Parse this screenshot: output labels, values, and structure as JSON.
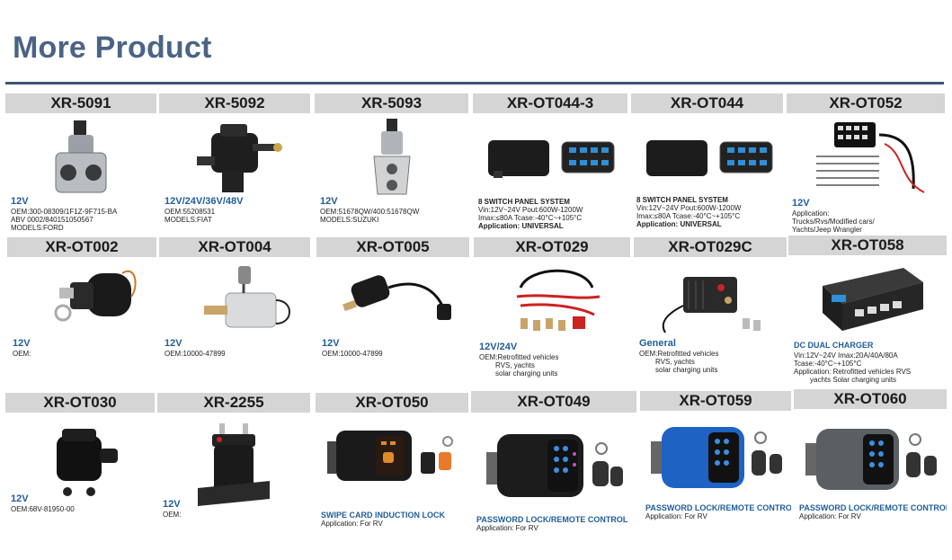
{
  "page": {
    "title": "More Product"
  },
  "products": [
    {
      "code": "XR-5091",
      "voltage": "12V",
      "lines": [
        "OEM:300-08309/1F1Z-9F715-BA",
        "ABV 0002/840151050567",
        "MODELS:FORD"
      ],
      "icon": "idle-air-control-valve-icon"
    },
    {
      "code": "XR-5092",
      "voltage": "12V/24V/36V/48V",
      "lines": [
        "OEM:55208531",
        "MODELS:FIAT"
      ],
      "icon": "fuel-pump-assembly-icon"
    },
    {
      "code": "XR-5093",
      "voltage": "12V",
      "lines": [
        "OEM:51678QW/400:51678QW",
        "MODELS:SUZUKI"
      ],
      "icon": "idle-air-control-valve-icon"
    },
    {
      "code": "XR-OT044-3",
      "voltage": "",
      "lines": [
        "8 SWITCH PANEL SYSTEM",
        "Vin:12V~24V     Pout:600W-1200W",
        "Imax:≤80A      Tcase:-40°C~+105°C",
        "Application: UNIVERSAL"
      ],
      "icon": "switch-panel-system-icon"
    },
    {
      "code": "XR-OT044",
      "voltage": "",
      "lines": [
        "8 SWITCH PANEL SYSTEM",
        "Vin:12V~24V     Pout:600W-1200W",
        "Imax:≤80A      Tcase:-40°C~+105°C",
        "Application: UNIVERSAL"
      ],
      "icon": "switch-panel-system-icon"
    },
    {
      "code": "XR-OT052",
      "voltage": "12V",
      "lines": [
        "Application:",
        "Trucks/Rvs/Modified cars/",
        "Yachts/Jeep Wrangler"
      ],
      "icon": "wiring-harness-kit-icon"
    },
    {
      "code": "XR-OT002",
      "voltage": "12V",
      "lines": [
        "OEM:"
      ],
      "icon": "solenoid-actuator-icon"
    },
    {
      "code": "XR-OT004",
      "voltage": "12V",
      "lines": [
        "OEM:10000-47899"
      ],
      "icon": "shutoff-solenoid-icon"
    },
    {
      "code": "XR-OT005",
      "voltage": "12V",
      "lines": [
        "OEM:10000-47899"
      ],
      "icon": "shutoff-solenoid-cable-icon"
    },
    {
      "code": "XR-OT029",
      "voltage": "12V/24V",
      "lines": [
        "OEM:Retrofitted vehicles",
        "RVS, yachts",
        "solar charging units"
      ],
      "icon": "battery-cable-kit-icon"
    },
    {
      "code": "XR-OT029C",
      "voltage": "General",
      "lines": [
        "OEM:Retrofitted vehicles",
        "RVS, yachts",
        "solar charging units"
      ],
      "icon": "battery-isolator-icon"
    },
    {
      "code": "XR-OT058",
      "voltage": "DC DUAL CHARGER",
      "lines": [
        "Vin:12V~24V          Imax:20A/40A/80A",
        "Tcase:-40°C~+105°C",
        "Application: Retrofitted vehicles  RVS",
        "yachts  Solar charging units"
      ],
      "icon": "dc-dual-charger-icon"
    },
    {
      "code": "XR-OT030",
      "voltage": "12V",
      "lines": [
        "OEM:68V-81950-00"
      ],
      "icon": "ignition-coil-icon"
    },
    {
      "code": "XR-2255",
      "voltage": "12V",
      "lines": [
        "OEM:"
      ],
      "icon": "starter-relay-icon"
    },
    {
      "code": "XR-OT050",
      "voltage": "",
      "lines": [
        "SWIPE CARD INDUCTION LOCK",
        "Application: For RV"
      ],
      "icon": "card-lock-icon"
    },
    {
      "code": "XR-OT049",
      "voltage": "",
      "lines": [
        "PASSWORD LOCK/REMOTE CONTROL",
        "Application: For RV"
      ],
      "icon": "password-lock-icon"
    },
    {
      "code": "XR-OT059",
      "voltage": "",
      "lines": [
        "PASSWORD LOCK/REMOTE CONTROL",
        "Application: For RV"
      ],
      "icon": "password-lock-blue-icon"
    },
    {
      "code": "XR-OT060",
      "voltage": "",
      "lines": [
        "PASSWORD LOCK/REMOTE CONTROL",
        "Application: For RV"
      ],
      "icon": "password-lock-gray-icon"
    }
  ]
}
